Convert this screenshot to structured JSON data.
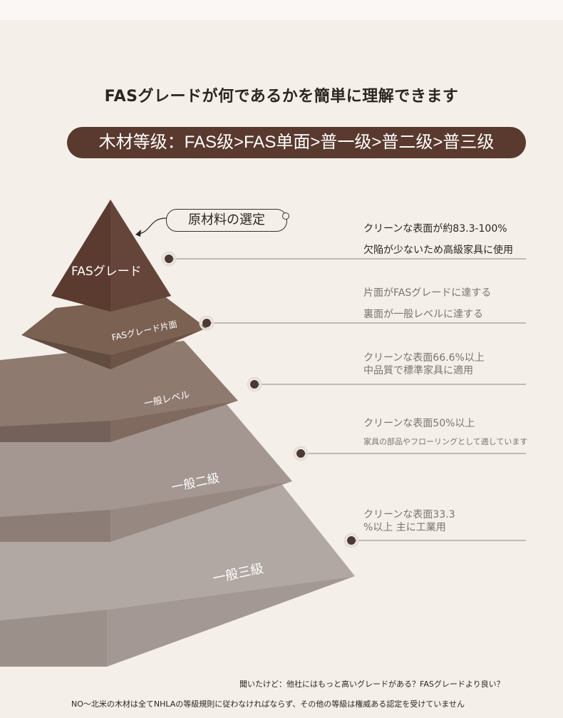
{
  "title": "FASグレードが何であるかを簡単に理解できます",
  "banner": "木材等级：FAS级>FAS单面>普一级>普二级>普三级",
  "callout": "原材料の選定",
  "colors": {
    "background": "#f4efe9",
    "banner": "#5a3a2e",
    "tier1": "#5b3a2f",
    "tier2": "#6e5446",
    "tier3": "#806a5f",
    "tier4": "#978882",
    "tier5": "#a39893"
  },
  "tiers": [
    {
      "label": "FASグレード",
      "lines": [
        "クリーンな表面が約83.3-100%",
        "欠陥が少ないため高級家具に使用"
      ]
    },
    {
      "label": "FASグレード片面",
      "lines": [
        "片面がFASグレードに達する",
        "裏面が一般レベルに達する"
      ]
    },
    {
      "label": "一般レベル",
      "lines": [
        "クリーンな表面66.6%以上",
        " 中品質で標準家具に適用"
      ]
    },
    {
      "label": "一般二級",
      "lines": [
        "クリーンな表面50%以上",
        "家具の部品やフローリングとして適しています"
      ]
    },
    {
      "label": "一般三級",
      "lines": [
        "クリーンな表面33.3",
        "%以上 主に工業用"
      ]
    }
  ],
  "footer": {
    "note1": "聞いたけど：他社にはもっと高いグレードがある？FASグレードより良い？",
    "note2": "NO～北米の木材は全てNHLAの等級規則に従わなければならず、その他の等級は権威ある認定を受けていません"
  }
}
